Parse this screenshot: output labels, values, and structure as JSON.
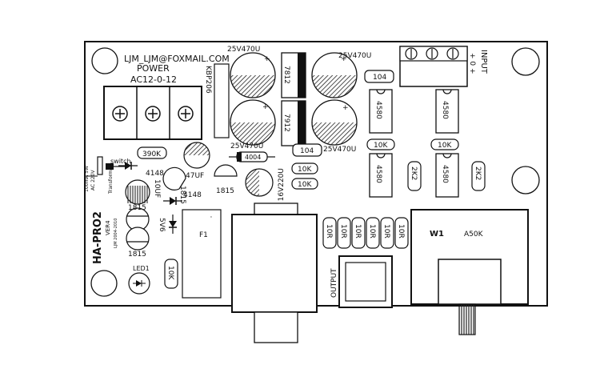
{
  "board": {
    "email": "LJM_LJM@FOXMAIL.COM",
    "power_label": "POWER",
    "power_spec": "AC12-0-12",
    "model": "HA-PRO2",
    "version": "VER4",
    "date_note": "LJM 2004-2010",
    "input_label": "INPUT",
    "input_signs": "+ 0 +",
    "output_label": "OUTPUT",
    "switch_label": "switch",
    "led_label": "LED1",
    "vertical_note_1": "Transformer",
    "vertical_note_2": "AC 220V",
    "vertical_note_3": "100mA 5W",
    "rectifier": "KBP206"
  },
  "components": {
    "cap_top_left": "25V470U",
    "cap_top_right": "25V470U",
    "cap_bottom_left": "25V470U",
    "cap_bottom_right": "25V470U",
    "reg_1": "7812",
    "reg_2": "7912",
    "res_104_top": "104",
    "res_104_mid": "104",
    "diode_4004": "4004",
    "res_390k": "390K",
    "cap_47uf": "47UF",
    "cap_10uf": "10UF",
    "cap_16v220u": "16V220U",
    "res_10k_a": "10K",
    "res_10k_b": "10K",
    "res_10k_c": "10K",
    "res_10k_d": "10K",
    "res_10k_e": "10K",
    "diode_4148_a": "4148",
    "diode_4148_b": "4148",
    "trans_1815_a": "1815",
    "trans_1815_b": "1815",
    "trans_1815_c": "1815",
    "trans_1815_d": "1815",
    "diode_5v6": "5V6",
    "fuse": "F1",
    "res_10r": [
      "10R",
      "10R",
      "10R",
      "10R",
      "10R",
      "10R"
    ],
    "ic_4580_a": "4580",
    "ic_4580_b": "4580",
    "ic_4580_c": "4580",
    "ic_4580_d": "4580",
    "res_2k2_a": "2K2",
    "res_2k2_b": "2K2",
    "pot_ref": "W1",
    "pot_value": "A50K"
  }
}
